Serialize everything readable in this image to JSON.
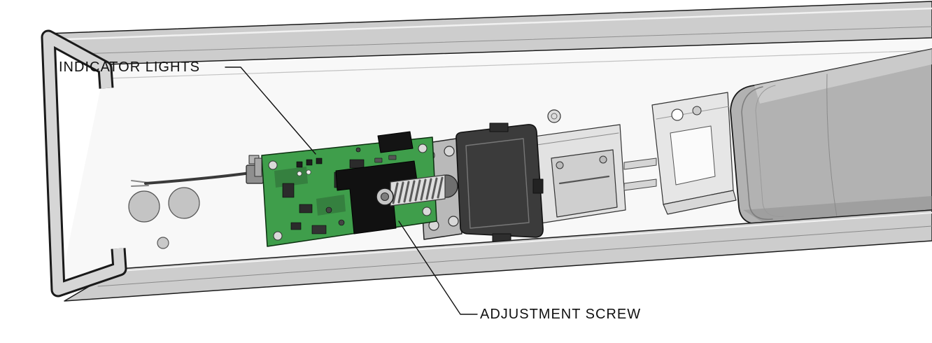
{
  "figure": {
    "type": "technical-diagram",
    "background": "#ffffff"
  },
  "colors": {
    "channel": "#cdcdcd",
    "interior": "#f8f8f8",
    "pcb": "#3f9e4b",
    "motor": "#3b3b3b",
    "housing": "#b2b2b2",
    "outline": "#1a1a1a"
  },
  "callouts": {
    "indicator_lights": {
      "label": "INDICATOR LIGHTS"
    },
    "adjustment_screw": {
      "label": "ADJUSTMENT SCREW"
    }
  }
}
